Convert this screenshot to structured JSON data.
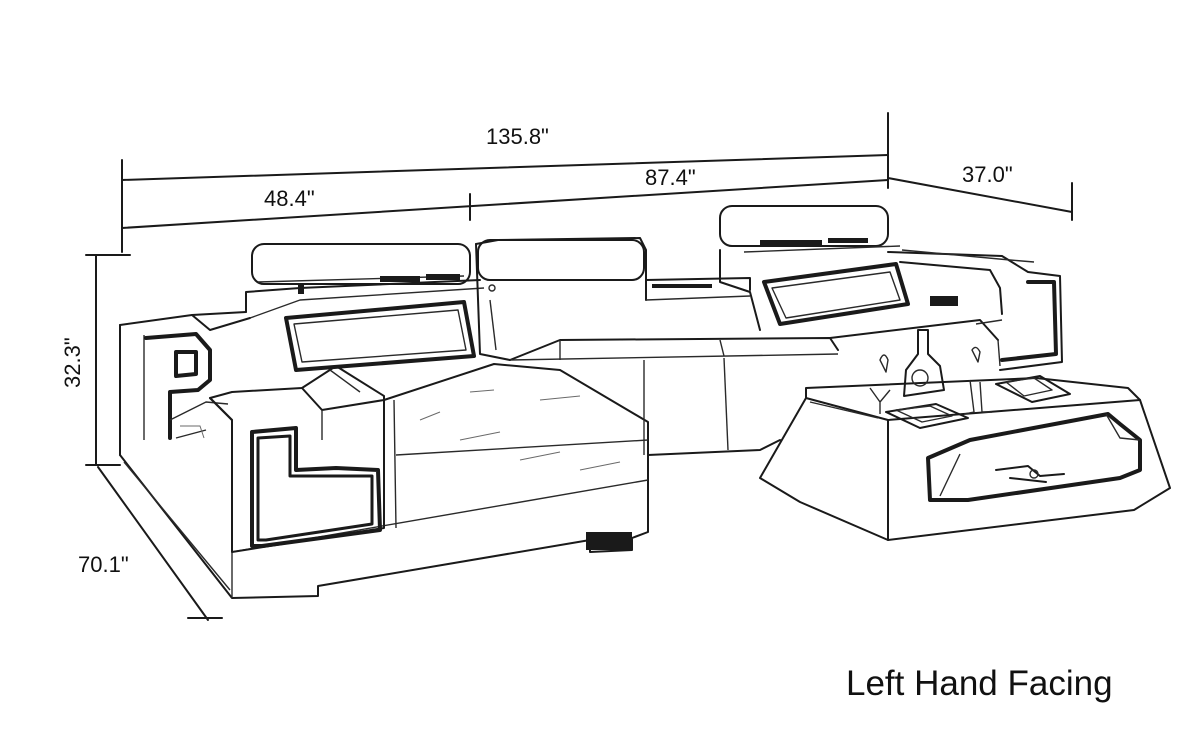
{
  "dimensions": {
    "overall_width": "135.8\"",
    "chaise_width": "48.4\"",
    "sofa_width": "87.4\"",
    "table_width": "37.0\"",
    "height": "32.3\"",
    "depth": "70.1\""
  },
  "caption": "Left Hand Facing",
  "colors": {
    "line": "#1a1a1a",
    "background": "#ffffff"
  }
}
